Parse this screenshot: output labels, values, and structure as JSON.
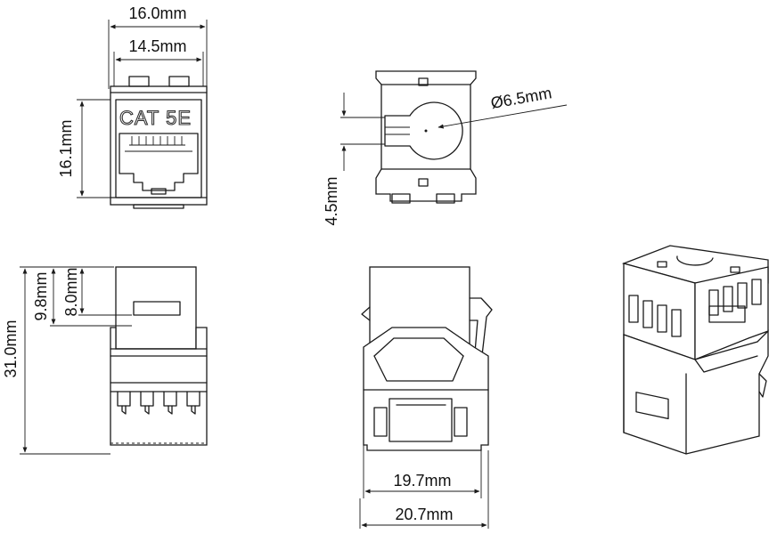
{
  "figure": {
    "product_marking": "CAT 5E",
    "dimensions": {
      "front_width_outer": "16.0mm",
      "front_width_inner": "14.5mm",
      "front_height": "16.1mm",
      "hole_diameter": "Ø6.5mm",
      "slot_height": "4.5mm",
      "overall_height": "31.0mm",
      "latch_offset": "9.8mm",
      "latch_window": "8.0mm",
      "base_width": "19.7mm",
      "overall_width": "20.7mm"
    }
  }
}
